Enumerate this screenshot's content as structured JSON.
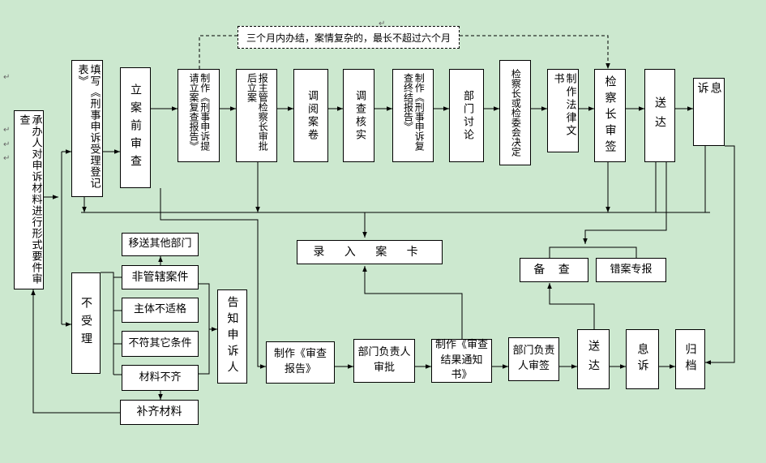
{
  "note": "三个月内办结，案情复杂的，最长不超过六个月",
  "boxes": {
    "b1": "承办人对申诉材料进行形式要件审查",
    "b2": "填写《刑事申诉受理登记表》",
    "b3": "立案前审查",
    "b4": "制作《刑事申诉提请立案复查报告》",
    "b5": "报主管检察长审批后立案",
    "b6": "调阅案卷",
    "b7": "调查核实",
    "b8": "制作《刑事申诉复查终结报告》",
    "b9": "部门讨论",
    "b10": "检察长或检委会决定",
    "b11": "制作法律文书",
    "b12": "检察长审签",
    "b13": "送达",
    "b14": "息诉",
    "b15": "录 入 案 卡",
    "b16": "备 查",
    "b17": "错案专报",
    "b18": "移送其他部门",
    "b19": "非管辖案件",
    "b20": "主体不适格",
    "b21": "不符其它条件",
    "b22": "材料不齐",
    "b23": "补齐材料",
    "b24": "不受理",
    "b25": "告知申诉人",
    "b26": "制作《审查报告》",
    "b27": "部门负责人审批",
    "b28": "制作《审查结果通知书》",
    "b29": "部门负责人审签",
    "b30": "送达",
    "b31": "息诉",
    "b32": "归档"
  }
}
